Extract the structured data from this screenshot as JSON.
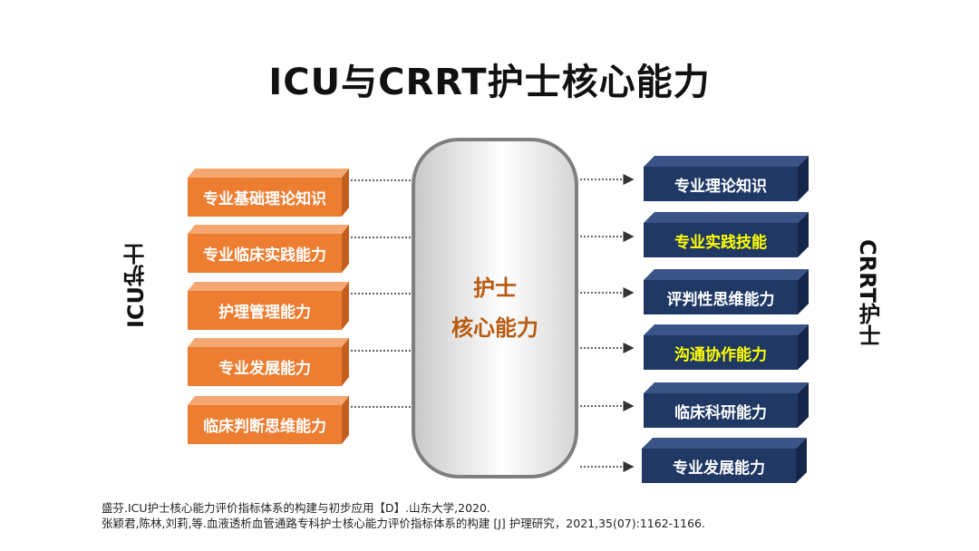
{
  "title": "ICU与CRRT护士核心能力",
  "left_side_label": "ICU护士",
  "right_side_label": "CRRT护士",
  "center": {
    "line1": "护士",
    "line2": "核心能力"
  },
  "left_items": [
    {
      "label": "专业基础理论知识"
    },
    {
      "label": "专业临床实践能力"
    },
    {
      "label": "护理管理能力"
    },
    {
      "label": "专业发展能力"
    },
    {
      "label": "临床判断思维能力"
    }
  ],
  "right_items": [
    {
      "label": "专业理论知识",
      "highlight": false
    },
    {
      "label": "专业实践技能",
      "highlight": true
    },
    {
      "label": "评判性思维能力",
      "highlight": false
    },
    {
      "label": "沟通协作能力",
      "highlight": true
    },
    {
      "label": "临床科研能力",
      "highlight": false
    },
    {
      "label": "专业发展能力",
      "highlight": false
    }
  ],
  "references": [
    "盛芬.ICU护士核心能力评价指标体系的构建与初步应用【D】.山东大学,2020.",
    "张颖君,陈林,刘莉,等.血液透析血管通路专科护士核心能力评价指标体系的构建 [J] 护理研究，2021,35(07):1162-1166."
  ],
  "colors": {
    "left_box": "#ED7D31",
    "right_box": "#1F3864",
    "highlight_text": "#FFFF00",
    "center_text": "#B85A10"
  }
}
